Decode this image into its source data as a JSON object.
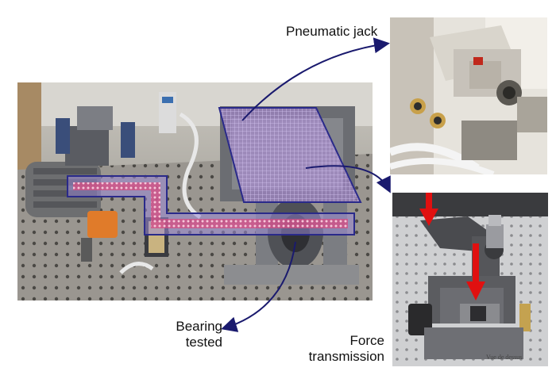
{
  "labels": {
    "pneumatic_jack": "Pneumatic jack",
    "bearing_tested_line1": "Bearing",
    "bearing_tested_line2": "tested",
    "force_line1": "Force",
    "force_line2": "transmission",
    "watermark": "Vue de dessus"
  },
  "colors": {
    "arrow": "#1a1a6e",
    "highlight_fill": "#a07cd8",
    "highlight_stroke": "#2a2a8a",
    "shaft_fill": "#e0507a",
    "force_arrow": "#e01010"
  }
}
